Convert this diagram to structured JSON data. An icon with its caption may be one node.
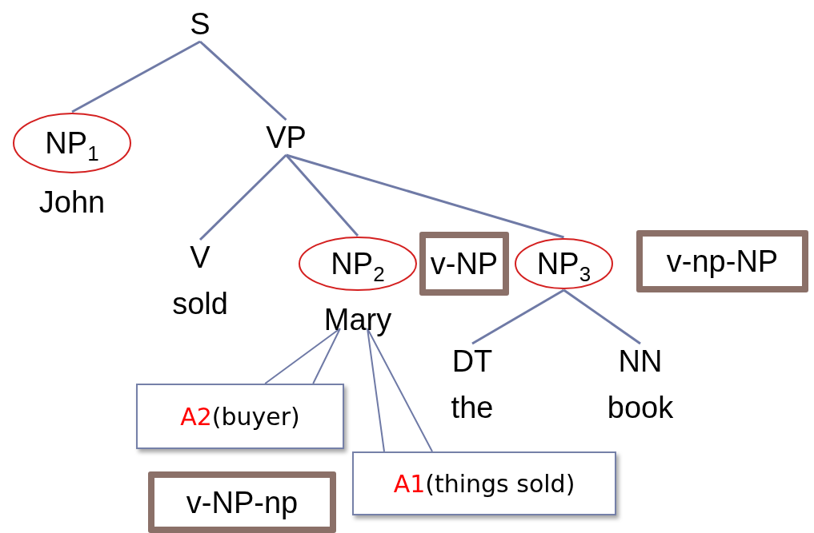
{
  "diagram": {
    "nodes": [
      {
        "text": [
          "S"
        ]
      },
      {
        "text": [
          "NP$_{1}$"
        ],
        "beside": [
          "John"
        ]
      },
      {
        "text": [
          "VP"
        ]
      },
      {
        "text": [
          "V",
          "sold"
        ]
      },
      {
        "text": [
          "NP$_{2}$"
        ],
        "beside": [
          "Mary"
        ]
      },
      {
        "text": [
          "NP$_{3}$"
        ]
      },
      {
        "text": [
          "DT",
          "the"
        ]
      },
      {
        "text": [
          "NN",
          "book"
        ]
      },
      {
        "text": [
          "A2",
          "(buyer)"
        ]
      },
      {
        "text": [
          "A1",
          "(things sold)"
        ]
      },
      {
        "text": [
          "v-NP"
        ]
      },
      {
        "text": [
          "v-np-NP"
        ]
      },
      {
        "text": [
          "v-NP-np"
        ]
      }
    ],
    "edges": [
      {
        "from": 0,
        "to": 1,
        "arrow": "none"
      },
      {
        "from": 0,
        "to": 2,
        "arrow": "none"
      },
      {
        "from": 2,
        "to": 3,
        "arrow": "none"
      },
      {
        "from": 2,
        "to": 4,
        "arrow": "none"
      },
      {
        "from": 2,
        "to": 5,
        "arrow": "none"
      },
      {
        "from": 5,
        "to": 6,
        "arrow": "none"
      },
      {
        "from": 5,
        "to": 7,
        "arrow": "none"
      },
      {
        "from": 8,
        "to": 4,
        "arrow": "none"
      },
      {
        "from": 9,
        "to": 4,
        "arrow": "none"
      }
    ]
  }
}
